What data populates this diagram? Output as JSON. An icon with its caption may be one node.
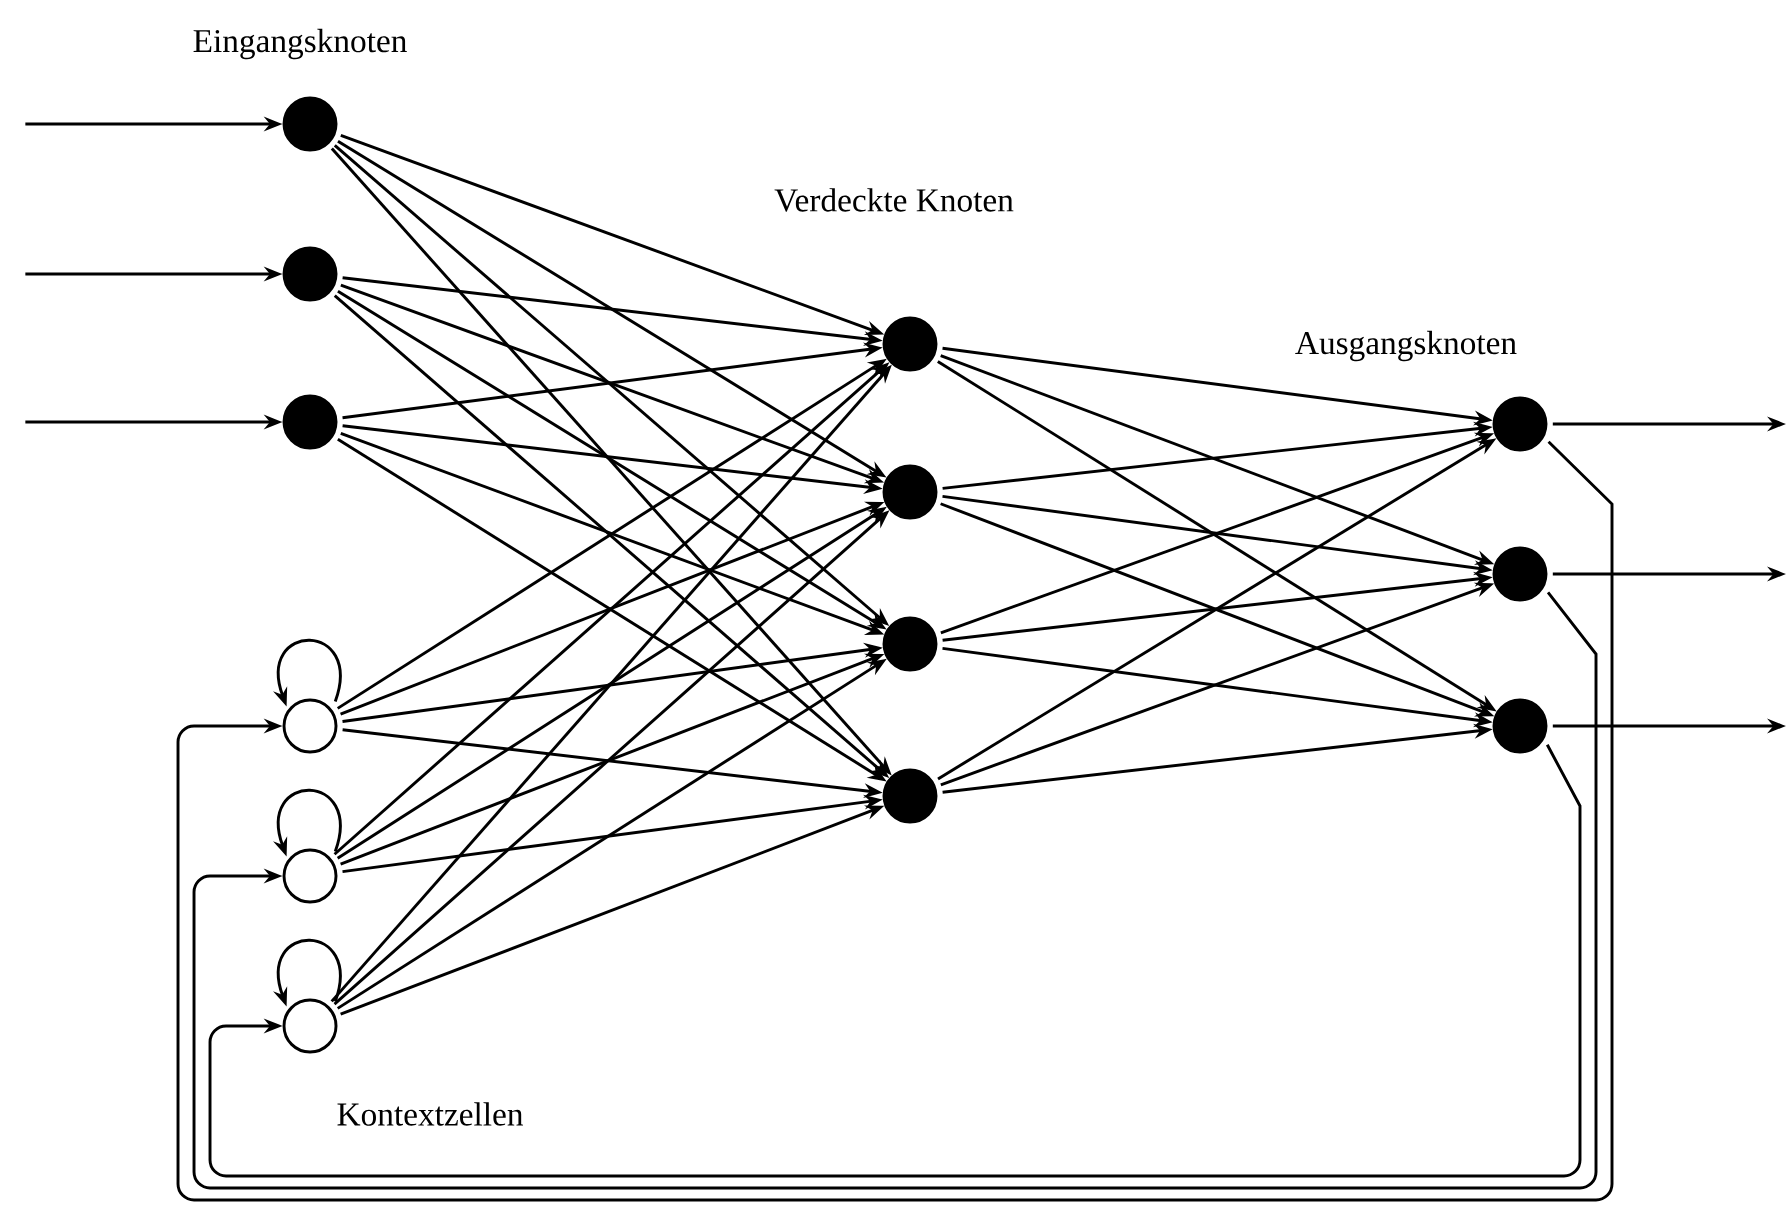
{
  "diagram": {
    "nodes": [
      {
        "text": [],
        "shape": "circle"
      },
      {
        "text": [],
        "shape": "circle"
      },
      {
        "text": [],
        "shape": "circle"
      },
      {
        "text": [],
        "shape": "circle"
      },
      {
        "text": [],
        "shape": "circle"
      },
      {
        "text": [],
        "shape": "circle"
      },
      {
        "text": [],
        "shape": "circle"
      },
      {
        "text": [],
        "shape": "circle"
      },
      {
        "text": [],
        "shape": "circle"
      },
      {
        "text": [],
        "shape": "circle"
      },
      {
        "text": [],
        "shape": "circle"
      },
      {
        "text": [],
        "shape": "circle"
      },
      {
        "text": [],
        "shape": "circle"
      }
    ],
    "edges": [
      {
        "from": null,
        "to": 0,
        "arrow": "to"
      },
      {
        "from": null,
        "to": 1,
        "arrow": "to"
      },
      {
        "from": null,
        "to": 2,
        "arrow": "to"
      },
      {
        "from": 0,
        "to": 6,
        "arrow": "to"
      },
      {
        "from": 0,
        "to": 7,
        "arrow": "to"
      },
      {
        "from": 0,
        "to": 8,
        "arrow": "to"
      },
      {
        "from": 0,
        "to": 9,
        "arrow": "to"
      },
      {
        "from": 1,
        "to": 6,
        "arrow": "to"
      },
      {
        "from": 1,
        "to": 7,
        "arrow": "to"
      },
      {
        "from": 1,
        "to": 8,
        "arrow": "to"
      },
      {
        "from": 1,
        "to": 9,
        "arrow": "to"
      },
      {
        "from": 2,
        "to": 6,
        "arrow": "to"
      },
      {
        "from": 2,
        "to": 7,
        "arrow": "to"
      },
      {
        "from": 2,
        "to": 8,
        "arrow": "to"
      },
      {
        "from": 2,
        "to": 9,
        "arrow": "to"
      },
      {
        "from": 3,
        "to": 6,
        "arrow": "to"
      },
      {
        "from": 3,
        "to": 7,
        "arrow": "to"
      },
      {
        "from": 3,
        "to": 8,
        "arrow": "to"
      },
      {
        "from": 3,
        "to": 9,
        "arrow": "to"
      },
      {
        "from": 4,
        "to": 6,
        "arrow": "to"
      },
      {
        "from": 4,
        "to": 7,
        "arrow": "to"
      },
      {
        "from": 4,
        "to": 8,
        "arrow": "to"
      },
      {
        "from": 4,
        "to": 9,
        "arrow": "to"
      },
      {
        "from": 5,
        "to": 6,
        "arrow": "to"
      },
      {
        "from": 5,
        "to": 7,
        "arrow": "to"
      },
      {
        "from": 5,
        "to": 8,
        "arrow": "to"
      },
      {
        "from": 5,
        "to": 9,
        "arrow": "to"
      },
      {
        "from": 3,
        "to": 3,
        "arrow": "to"
      },
      {
        "from": 4,
        "to": 4,
        "arrow": "to"
      },
      {
        "from": 5,
        "to": 5,
        "arrow": "to"
      },
      {
        "from": 6,
        "to": 10,
        "arrow": "to"
      },
      {
        "from": 6,
        "to": 11,
        "arrow": "to"
      },
      {
        "from": 6,
        "to": 12,
        "arrow": "to"
      },
      {
        "from": 7,
        "to": 10,
        "arrow": "to"
      },
      {
        "from": 7,
        "to": 11,
        "arrow": "to"
      },
      {
        "from": 7,
        "to": 12,
        "arrow": "to"
      },
      {
        "from": 8,
        "to": 10,
        "arrow": "to"
      },
      {
        "from": 8,
        "to": 11,
        "arrow": "to"
      },
      {
        "from": 8,
        "to": 12,
        "arrow": "to"
      },
      {
        "from": 9,
        "to": 10,
        "arrow": "to"
      },
      {
        "from": 9,
        "to": 11,
        "arrow": "to"
      },
      {
        "from": 9,
        "to": 12,
        "arrow": "to"
      },
      {
        "from": 10,
        "to": null,
        "arrow": "to"
      },
      {
        "from": 11,
        "to": null,
        "arrow": "to"
      },
      {
        "from": 12,
        "to": null,
        "arrow": "to"
      },
      {
        "from": 10,
        "to": 3,
        "arrow": "to"
      },
      {
        "from": 11,
        "to": 4,
        "arrow": "to"
      },
      {
        "from": 12,
        "to": 5,
        "arrow": "to"
      }
    ],
    "labels": [
      "Eingangsknoten",
      "Verdeckte Knoten",
      "Ausgangsknoten",
      "Kontextzellen"
    ]
  }
}
